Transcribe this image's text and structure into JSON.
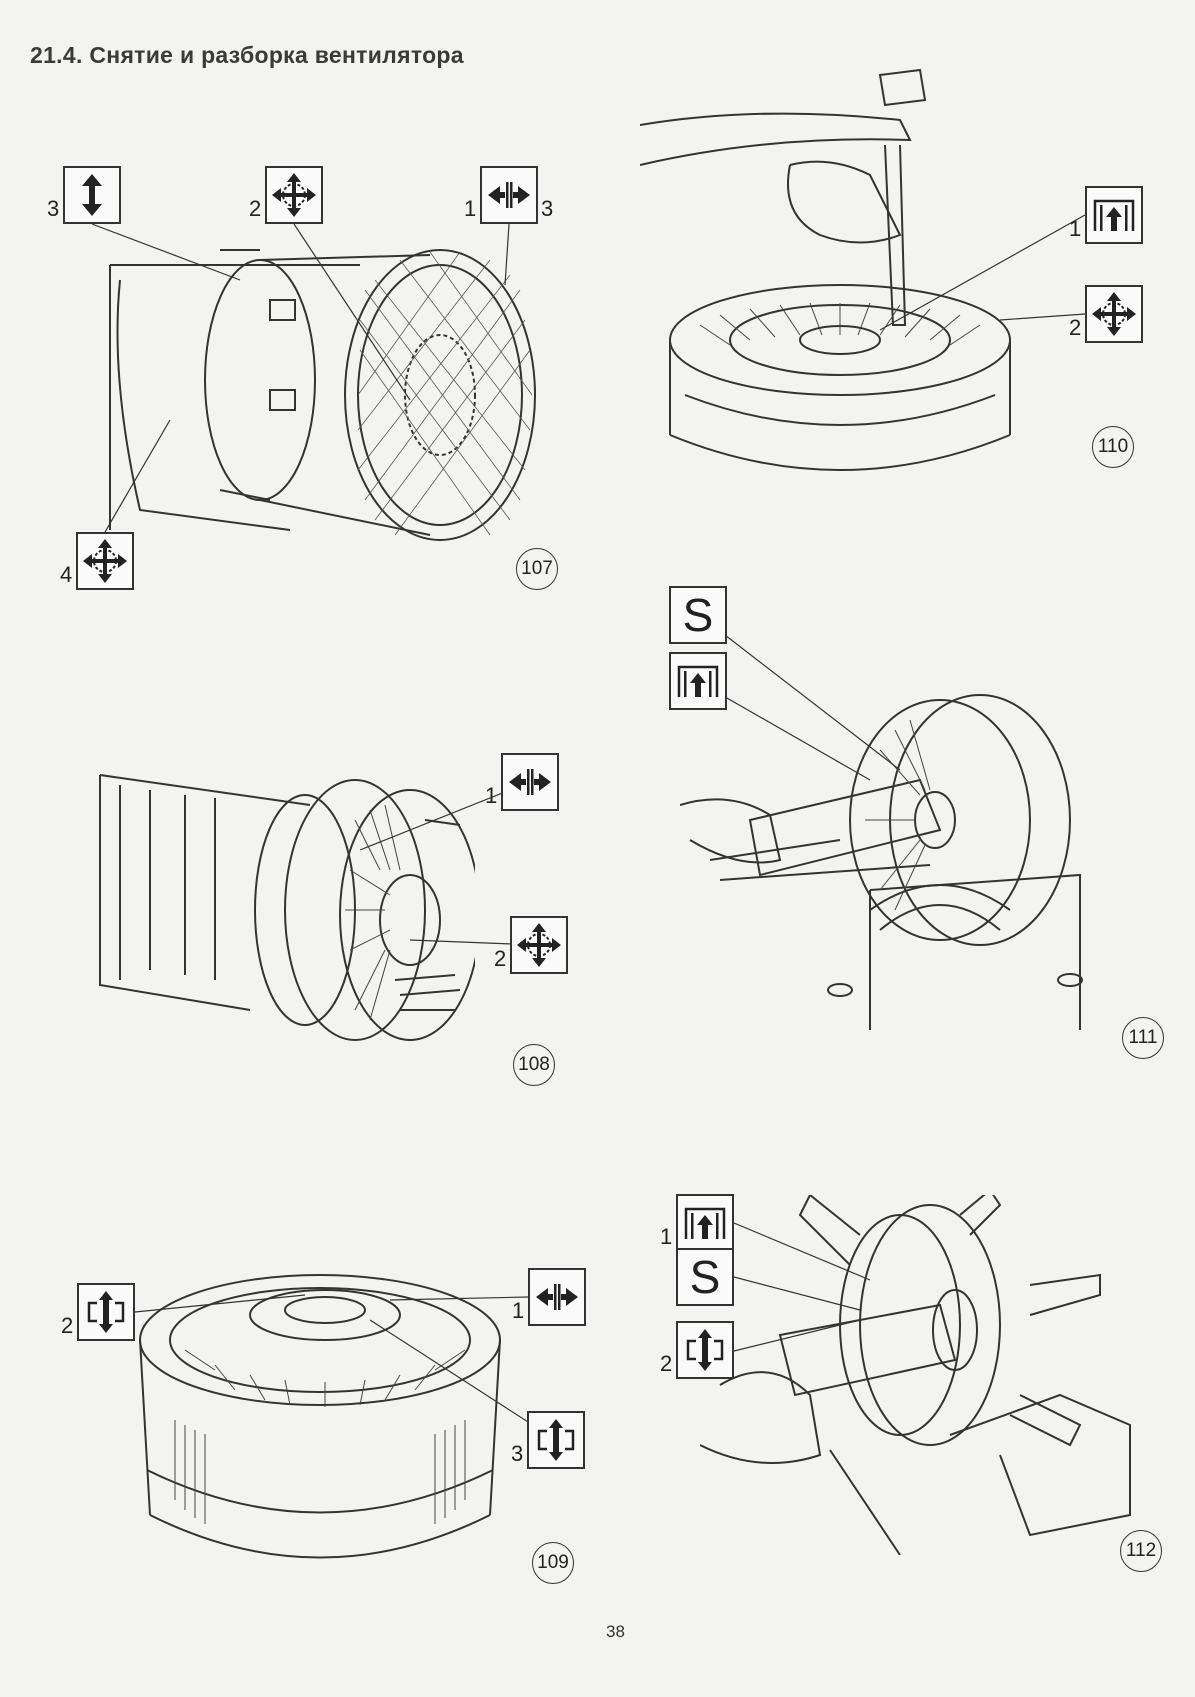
{
  "page": {
    "title": "21.4. Снятие и разборка вентилятора",
    "page_number": "38"
  },
  "figures": [
    {
      "number": "107",
      "callouts": [
        {
          "label": "3",
          "icon": "move-up-down-icon"
        },
        {
          "label": "2",
          "icon": "move-all-directions-icon"
        },
        {
          "label": "1",
          "label2": "3",
          "icon": "separate-icon"
        },
        {
          "label": "4",
          "icon": "move-all-directions-icon"
        }
      ]
    },
    {
      "number": "110",
      "callouts": [
        {
          "label": "1",
          "icon": "press-out-icon"
        },
        {
          "label": "2",
          "icon": "move-all-directions-icon"
        }
      ]
    },
    {
      "number": "108",
      "callouts": [
        {
          "label": "1",
          "icon": "separate-icon"
        },
        {
          "label": "2",
          "icon": "move-all-directions-icon"
        }
      ]
    },
    {
      "number": "111",
      "callouts": [
        {
          "label": "",
          "icon": "special-tool-icon",
          "text": "S"
        },
        {
          "label": "",
          "icon": "press-out-icon"
        }
      ]
    },
    {
      "number": "109",
      "callouts": [
        {
          "label": "2",
          "icon": "expand-icon"
        },
        {
          "label": "1",
          "icon": "separate-icon"
        },
        {
          "label": "3",
          "icon": "expand-icon"
        }
      ]
    },
    {
      "number": "112",
      "callouts": [
        {
          "label": "1",
          "icon": "press-out-icon"
        },
        {
          "label": "",
          "icon": "special-tool-icon",
          "text": "S"
        },
        {
          "label": "2",
          "icon": "expand-icon"
        }
      ]
    }
  ]
}
